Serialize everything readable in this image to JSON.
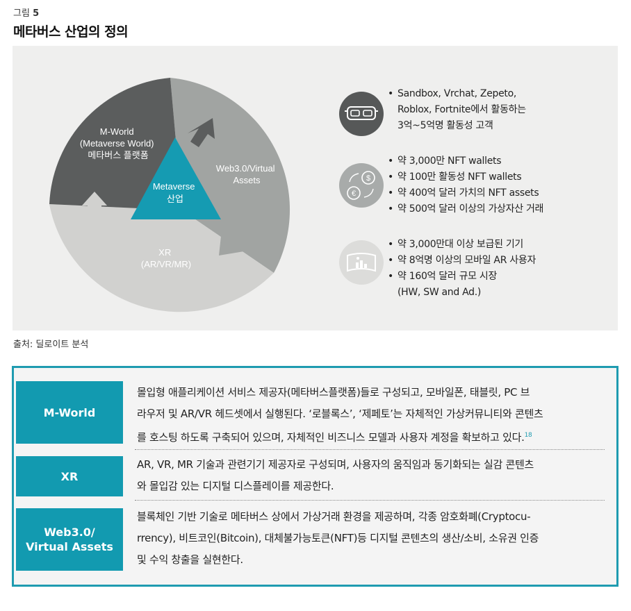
{
  "figure": {
    "label_prefix": "그림",
    "label_number": "5",
    "title": "메타버스 산업의 정의"
  },
  "diagram": {
    "mworld_lines": [
      "M-World",
      "(Metaverse World)",
      "메타버스 플랫폼"
    ],
    "web3_lines": [
      "Web3.0/Virtual",
      "Assets"
    ],
    "xr_lines": [
      "XR",
      "(AR/VR/MR)"
    ],
    "center_lines": [
      "Metaverse",
      "산업"
    ],
    "colors": {
      "mworld": "#5b5d5d",
      "web3": "#a1a4a2",
      "xr": "#d1d1cf",
      "center": "#159bb2",
      "icon_dark": "#565858",
      "icon_mid": "#a8abaa",
      "icon_light": "#dcdcda"
    }
  },
  "bullets": {
    "group1": {
      "icon": "vr-headset-icon",
      "lines": [
        "Sandbox, Vrchat, Zepeto,",
        "Roblox, Fortnite에서 활동하는",
        "3억~5억명 활동성 고객"
      ]
    },
    "group2": {
      "icon": "currency-exchange-icon",
      "items": [
        "약 3,000만 NFT wallets",
        "약 100만 활동성 NFT wallets",
        "약 400억 달러 가치의 NFT assets",
        "약 500억 달러 이상의 가상자산 거래"
      ]
    },
    "group3": {
      "icon": "ar-display-icon",
      "items": [
        "약 3,000만대 이상 보급된 기기",
        "약 8억명 이상의 모바일 AR 사용자",
        "약 160억 달러 규모 시장"
      ],
      "continuation": "(HW, SW and Ad.)"
    }
  },
  "source": "출처: 딜로이트 분석",
  "definitions": [
    {
      "tag": "M-World",
      "lines": [
        "몰입형 애플리케이션 서비스 제공자(메타버스플랫폼)들로 구성되고, 모바일폰, 태블릿, PC 브",
        "라우저 및 AR/VR 헤드셋에서 실행된다. ‘로블록스’, ‘제페토’는 자체적인 가상커뮤니티와 콘텐츠",
        "를 호스팅 하도록 구축되어 있으며, 자체적인 비즈니스 모델과 사용자 계정을 확보하고 있다."
      ],
      "footnote": "18"
    },
    {
      "tag": "XR",
      "lines": [
        "AR, VR, MR 기술과 관련기기 제공자로 구성되며, 사용자의 움직임과 동기화되는 실감 콘텐츠",
        "와 몰입감 있는 디지털 디스플레이를 제공한다."
      ]
    },
    {
      "tag_lines": [
        "Web3.0/",
        "Virtual Assets"
      ],
      "lines": [
        "블록체인 기반 기술로 메타버스 상에서 가상거래 환경을 제공하며, 각종 암호화폐(Cryptocu-",
        "rrency), 비트코인(Bitcoin), 대체불가능토큰(NFT)등 디지털 콘텐츠의 생산/소비, 소유권 인증",
        "및 수익 창출을 실현한다."
      ]
    }
  ]
}
